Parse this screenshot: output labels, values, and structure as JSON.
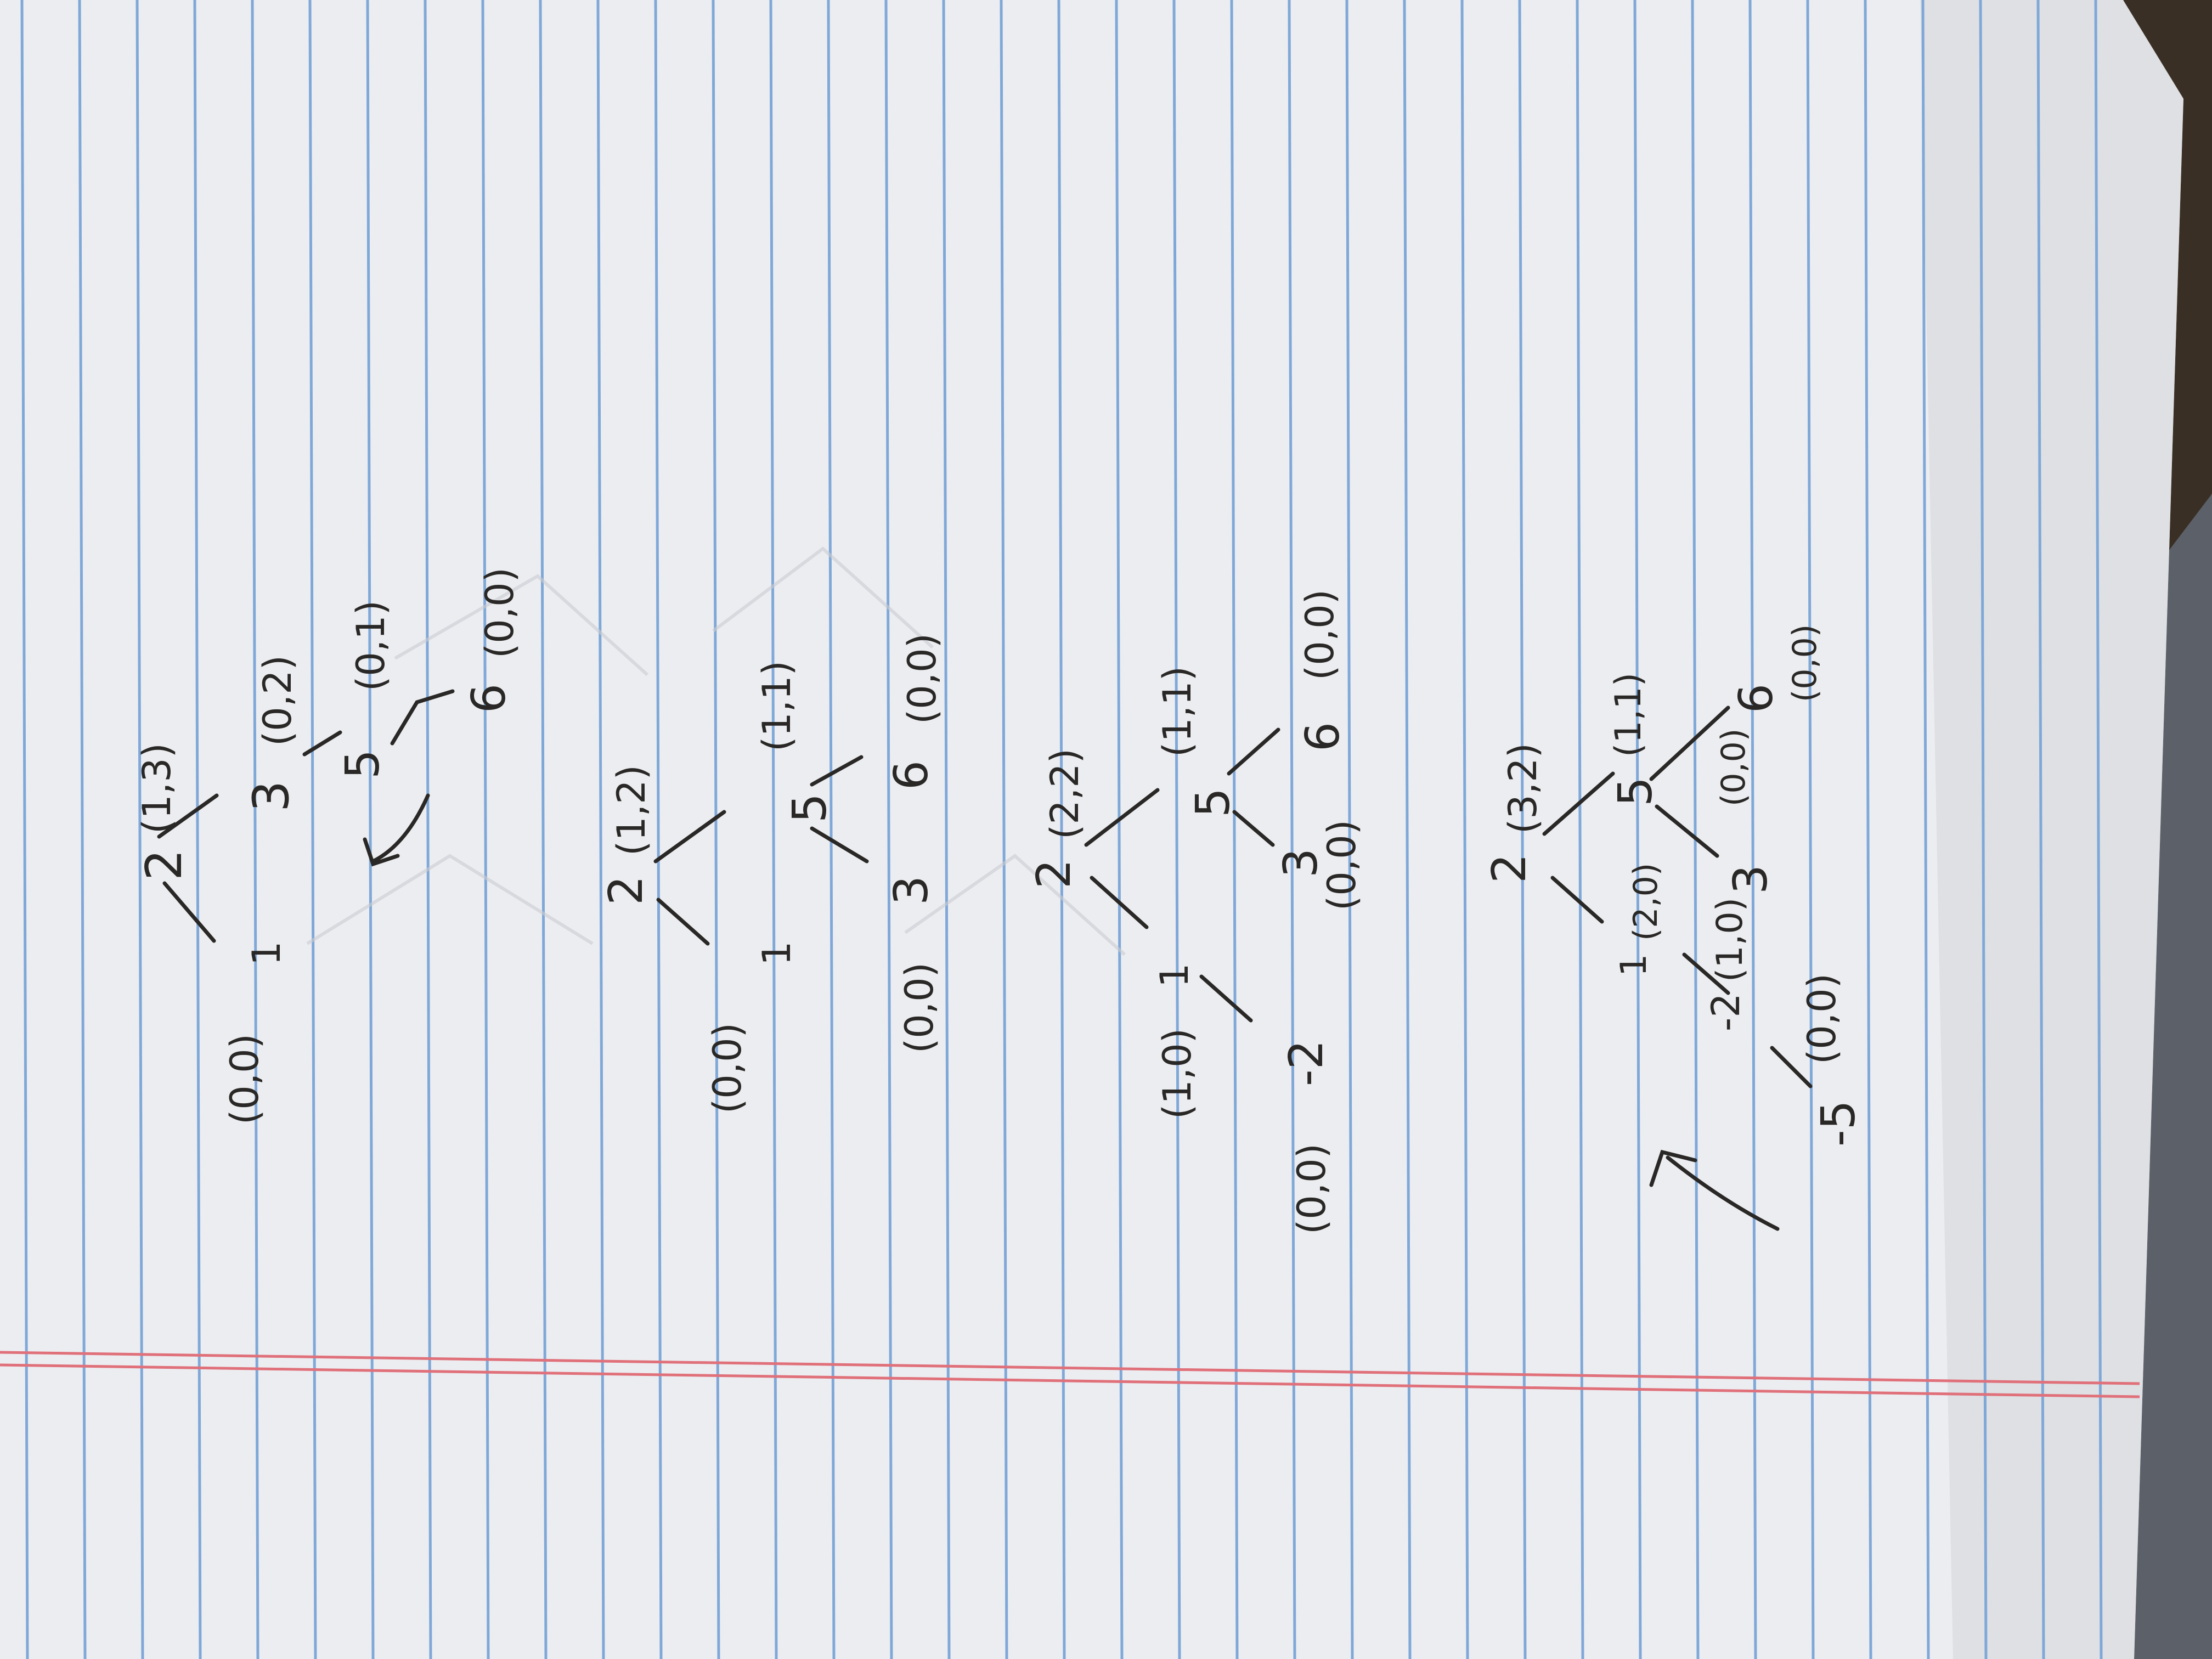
{
  "photo": {
    "subject": "handwritten notes on lined notebook paper, photographed sideways",
    "paper_color": "#ecedf0",
    "ruling_color": "#7fa8d8",
    "margin_color": "#e0707a",
    "ink_color": "#2a2826",
    "background_color": "#4a463f"
  },
  "tree1": {
    "root_value": "2",
    "root_pair": "(1,3)",
    "left_value": "1",
    "left_pair": "(0,0)",
    "right_value": "3",
    "right_pair": "(0,2)",
    "rr_value": "5",
    "rr_pair": "(0,1)",
    "rrr_value": "6",
    "rrr_pair": "(0,0)"
  },
  "tree2": {
    "root_value": "2",
    "root_pair": "(1,2)",
    "left_value": "1",
    "left_pair": "(0,0)",
    "right_value": "5",
    "right_pair": "(1,1)",
    "rl_value": "3",
    "rl_pair": "(0,0)",
    "rr_value": "6",
    "rr_pair": "(0,0)"
  },
  "tree3": {
    "root_value": "2",
    "root_pair": "(2,2)",
    "left_value": "1",
    "left_pair": "(1,0)",
    "ll_value": "-2",
    "ll_pair": "(0,0)",
    "right_value": "5",
    "right_pair": "(1,1)",
    "rl_value": "3",
    "rl_pair": "(0,0)",
    "rr_value": "6",
    "rr_pair": "(0,0)"
  },
  "tree4": {
    "root_value": "2",
    "root_pair": "(3,2)",
    "left_value": "1",
    "left_pair": "(2,0)",
    "ll_value": "-2",
    "ll_pair": "(1,0)",
    "lll_value": "-5",
    "lll_pair": "(0,0)",
    "right_value": "5",
    "right_pair": "(1,1)",
    "rl_value": "3",
    "rl_pair": "(0,0)",
    "rr_value": "6",
    "rr_pair": "(0,0)"
  }
}
